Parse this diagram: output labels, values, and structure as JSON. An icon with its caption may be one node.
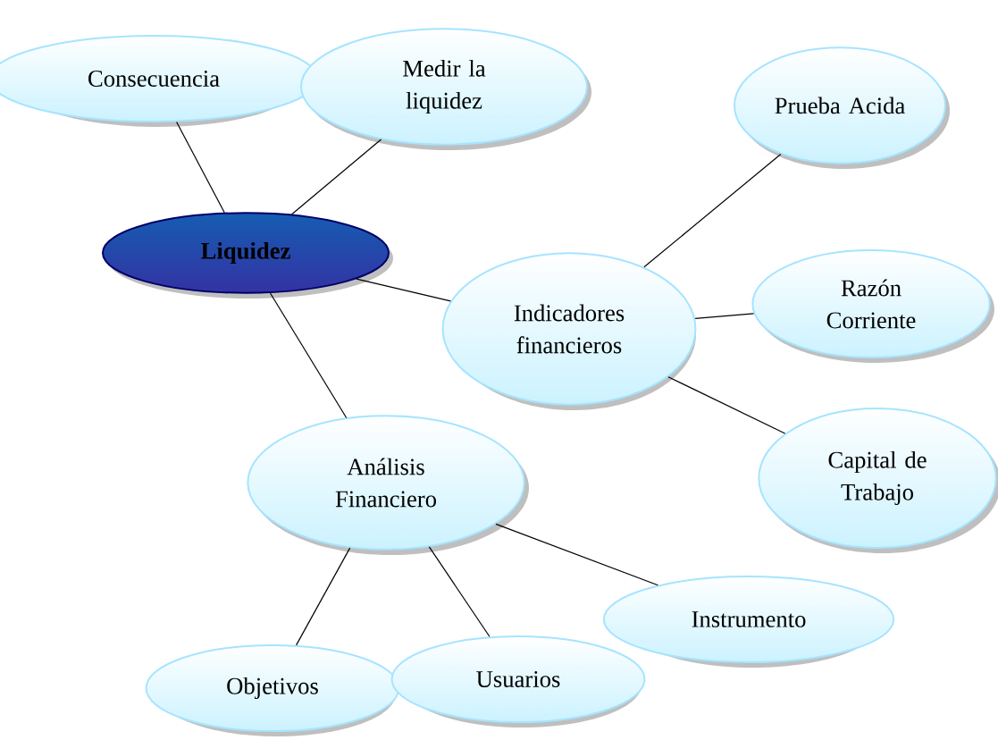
{
  "diagram": {
    "nodes": [
      {
        "text": [
          "**Liquidez**"
        ]
      },
      {
        "text": [
          "Consecuencia"
        ]
      },
      {
        "text": [
          "Medir la liquidez"
        ]
      },
      {
        "text": [
          "Indicadores financieros"
        ]
      },
      {
        "text": [
          "Prueba Acida"
        ]
      },
      {
        "text": [
          "Razón Corriente"
        ]
      },
      {
        "text": [
          "Capital de Trabajo"
        ]
      },
      {
        "text": [
          "Análisis Financiero"
        ]
      },
      {
        "text": [
          "Instrumento"
        ]
      },
      {
        "text": [
          "Objetivos"
        ]
      },
      {
        "text": [
          "Usuarios"
        ]
      }
    ],
    "edges": [
      {
        "from": 0,
        "to": 1,
        "arrow": "none"
      },
      {
        "from": 0,
        "to": 2,
        "arrow": "none"
      },
      {
        "from": 0,
        "to": 3,
        "arrow": "none"
      },
      {
        "from": 0,
        "to": 7,
        "arrow": "none"
      },
      {
        "from": 3,
        "to": 4,
        "arrow": "none"
      },
      {
        "from": 3,
        "to": 5,
        "arrow": "none"
      },
      {
        "from": 3,
        "to": 6,
        "arrow": "none"
      },
      {
        "from": 7,
        "to": 8,
        "arrow": "none"
      },
      {
        "from": 7,
        "to": 9,
        "arrow": "none"
      },
      {
        "from": 7,
        "to": 10,
        "arrow": "none"
      }
    ]
  }
}
